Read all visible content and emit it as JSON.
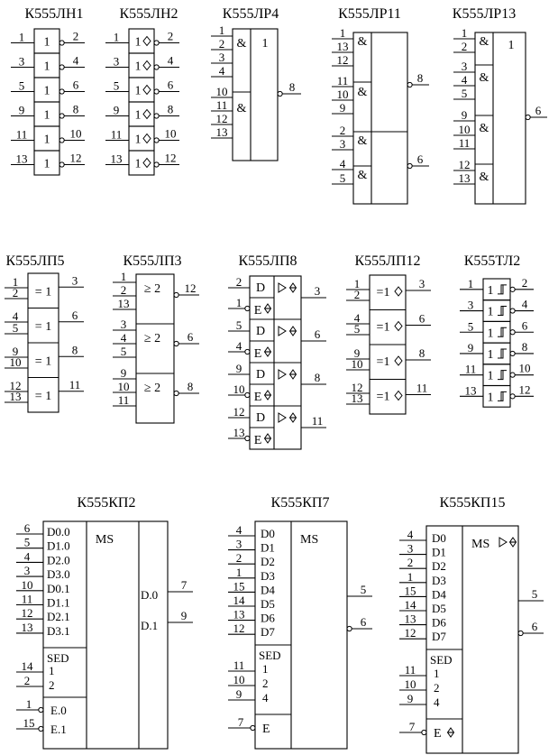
{
  "symbols": {
    "and": "&",
    "or": "1",
    "xor": "= 1",
    "xor_oc": "=1",
    "ge2": "≥ 2",
    "ms": "MS",
    "d": "D",
    "e": "E",
    "sed": "SED"
  },
  "chips": {
    "ln1": {
      "title": "К555ЛН1",
      "inputs": [
        "1",
        "3",
        "5",
        "9",
        "11",
        "13"
      ],
      "outputs": [
        "2",
        "4",
        "6",
        "8",
        "10",
        "12"
      ]
    },
    "ln2": {
      "title": "К555ЛН2",
      "inputs": [
        "1",
        "3",
        "5",
        "9",
        "11",
        "13"
      ],
      "outputs": [
        "2",
        "4",
        "6",
        "8",
        "10",
        "12"
      ]
    },
    "lr4": {
      "title": "К555ЛР4",
      "inputs": [
        "1",
        "2",
        "3",
        "4",
        "10",
        "11",
        "12",
        "13"
      ],
      "output": "8"
    },
    "lr11": {
      "title": "К555ЛР11",
      "inputs": [
        "1",
        "13",
        "12",
        "11",
        "10",
        "9",
        "2",
        "3",
        "4",
        "5"
      ],
      "outputs": [
        "8",
        "6"
      ]
    },
    "lr13": {
      "title": "К555ЛР13",
      "inputs": [
        "1",
        "2",
        "3",
        "4",
        "5",
        "9",
        "10",
        "11",
        "12",
        "13"
      ],
      "output": "6"
    },
    "lp5": {
      "title": "К555ЛП5",
      "inputs": [
        "1",
        "2",
        "4",
        "5",
        "9",
        "10",
        "12",
        "13"
      ],
      "outputs": [
        "3",
        "6",
        "8",
        "11"
      ]
    },
    "lp3": {
      "title": "К555ЛП3",
      "inputs": [
        "1",
        "2",
        "13",
        "3",
        "4",
        "5",
        "9",
        "10",
        "11"
      ],
      "outputs": [
        "12",
        "6",
        "8"
      ]
    },
    "lp8": {
      "title": "К555ЛП8",
      "d_inputs": [
        "2",
        "5",
        "9",
        "12"
      ],
      "e_inputs": [
        "1",
        "4",
        "10",
        "13"
      ],
      "outputs": [
        "3",
        "6",
        "8",
        "11"
      ]
    },
    "lp12": {
      "title": "К555ЛП12",
      "inputs": [
        "1",
        "2",
        "4",
        "5",
        "9",
        "10",
        "12",
        "13"
      ],
      "outputs": [
        "3",
        "6",
        "8",
        "11"
      ]
    },
    "tl2": {
      "title": "К555ТЛ2",
      "inputs": [
        "1",
        "3",
        "5",
        "9",
        "11",
        "13"
      ],
      "outputs": [
        "2",
        "4",
        "6",
        "8",
        "10",
        "12"
      ]
    },
    "kp2": {
      "title": "К555КП2",
      "data_labels": [
        "D0.0",
        "D1.0",
        "D2.0",
        "D3.0",
        "D0.1",
        "D1.1",
        "D2.1",
        "D3.1"
      ],
      "data_pins": [
        "6",
        "5",
        "4",
        "3",
        "10",
        "11",
        "12",
        "13"
      ],
      "sel_labels": [
        "1",
        "2"
      ],
      "sel_pins": [
        "14",
        "2"
      ],
      "en_labels": [
        "E.0",
        "E.1"
      ],
      "en_pins": [
        "1",
        "15"
      ],
      "out_labels": [
        "D.0",
        "D.1"
      ],
      "out_pins": [
        "7",
        "9"
      ]
    },
    "kp7": {
      "title": "К555КП7",
      "data_labels": [
        "D0",
        "D1",
        "D2",
        "D3",
        "D4",
        "D5",
        "D6",
        "D7"
      ],
      "data_pins": [
        "4",
        "3",
        "2",
        "1",
        "15",
        "14",
        "13",
        "12"
      ],
      "sel_labels": [
        "1",
        "2",
        "4"
      ],
      "sel_pins": [
        "11",
        "10",
        "9"
      ],
      "en_pin": "7",
      "out_pins": [
        "5",
        "6"
      ]
    },
    "kp15": {
      "title": "К555КП15",
      "data_labels": [
        "D0",
        "D1",
        "D2",
        "D3",
        "D4",
        "D5",
        "D6",
        "D7"
      ],
      "data_pins": [
        "4",
        "3",
        "2",
        "1",
        "15",
        "14",
        "13",
        "12"
      ],
      "sel_labels": [
        "1",
        "2",
        "4"
      ],
      "sel_pins": [
        "11",
        "10",
        "9"
      ],
      "en_pin": "7",
      "out_pins": [
        "5",
        "6"
      ]
    }
  }
}
